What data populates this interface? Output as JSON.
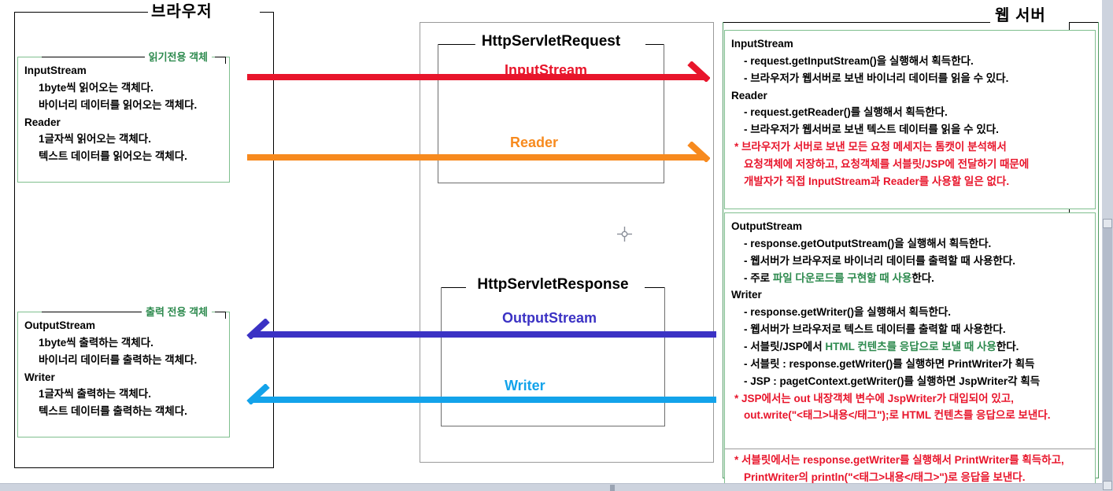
{
  "diagram": {
    "title": "Servlet InputStream / Reader / OutputStream / Writer diagram",
    "colors": {
      "input_stream": "#e8152b",
      "reader": "#f78a1e",
      "output_stream": "#3b32c4",
      "writer": "#13a3ea",
      "green": "#2d8a4e",
      "green_border": "#7fbf8e",
      "black": "#000000"
    }
  },
  "browser_panel": {
    "label": "브라우저",
    "read_only_box": {
      "title": "읽기전용 객체",
      "groups": [
        {
          "name": "InputStream",
          "lines": [
            "1byte씩 읽어오는 객체다.",
            "바이너리 데이터를 읽어오는 객체다."
          ]
        },
        {
          "name": "Reader",
          "lines": [
            "1글자씩 읽어오는 객체다.",
            "텍스트 데이터를 읽어오는 객체다."
          ]
        }
      ]
    },
    "write_only_box": {
      "title": "출력 전용 객체",
      "groups": [
        {
          "name": "OutputStream",
          "lines": [
            "1byte씩 출력하는 객체다.",
            "바이너리 데이터를 출력하는 객체다."
          ]
        },
        {
          "name": "Writer",
          "lines": [
            "1글자씩 출력하는 객체다.",
            "텍스트 데이터를 출력하는 객체다."
          ]
        }
      ]
    }
  },
  "mid_panel": {
    "request_box": {
      "label": "HttpServletRequest",
      "streams": [
        {
          "name": "InputStream",
          "color": "#e8152b",
          "direction": "right"
        },
        {
          "name": "Reader",
          "color": "#f78a1e",
          "direction": "right"
        }
      ]
    },
    "response_box": {
      "label": "HttpServletResponse",
      "streams": [
        {
          "name": "OutputStream",
          "color": "#3b32c4",
          "direction": "left"
        },
        {
          "name": "Writer",
          "color": "#13a3ea",
          "direction": "left"
        }
      ]
    }
  },
  "server_panel": {
    "label": "웹 서버",
    "request_box": {
      "groups": [
        {
          "name": "InputStream",
          "lines": [
            "- request.getInputStream()을 실행해서 획득한다.",
            "- 브라우저가 웹서버로 보낸 바이너리 데이터를 읽을 수 있다."
          ]
        },
        {
          "name": "Reader",
          "lines": [
            "- request.getReader()를 실행해서 획득한다.",
            "- 브라우저가 웹서버로 보낸 텍스트 데이터를 읽을 수 있다."
          ]
        }
      ],
      "note": [
        "* 브라우저가 서버로 보낸 모든 요청 메세지는 톰캣이 분석해서",
        "요청객체에 저장하고, 요청객체를 서블릿/JSP에 전달하기 때문에",
        "개발자가 직접 InputStream과 Reader를 사용할 일은 없다."
      ]
    },
    "response_box": {
      "groups": [
        {
          "name": "OutputStream",
          "lines": [
            {
              "text": "- response.getOutputStream()을 실행해서 획득한다."
            },
            {
              "text": "- 웹서버가 브라우저로 바이너리 데이터를 출력할 때 사용한다."
            },
            {
              "prefix": "- 주로 ",
              "highlight": "파일 다운로드를 구현할 때 사용",
              "suffix": "한다."
            }
          ]
        },
        {
          "name": "Writer",
          "lines": [
            {
              "text": "- response.getWriter()을 실행해서 획득한다."
            },
            {
              "text": "- 웹서버가 브라우저로 텍스트 데이터를 출력할 때 사용한다."
            },
            {
              "prefix": "- 서블릿/JSP에서 ",
              "highlight": "HTML 컨텐츠를 응답으로 보낼 때 사용",
              "suffix": "한다."
            },
            {
              "text": "- 서블릿 : response.getWriter()를 실행하면 PrintWriter가 획득"
            },
            {
              "text": "- JSP : pagetContext.getWriter()를 실행하면 JspWriter각 획득"
            }
          ]
        }
      ],
      "note_jsp": [
        "* JSP에서는 out 내장객체 변수에 JspWriter가 대입되어 있고,",
        "out.write(\"<태그>내용</태그\");로 HTML 컨텐츠를 응답으로 보낸다."
      ],
      "note_servlet": [
        "* 서블릿에서는 response.getWriter를 실행해서 PrintWriter를 획득하고,",
        "PrintWriter의 println(\"<태그>내용</태그>\")로 응답을 보낸다."
      ]
    }
  }
}
